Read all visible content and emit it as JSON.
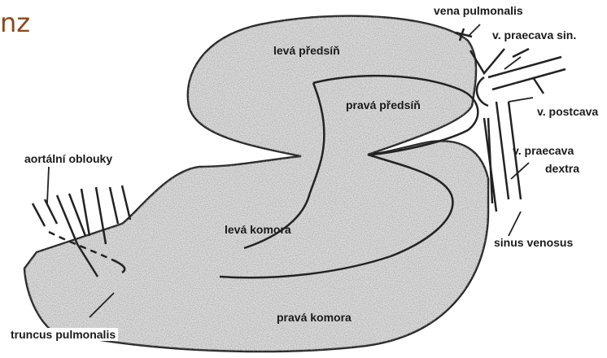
{
  "slide_fragment": "nz",
  "labels": {
    "vena_pulmonalis": "vena pulmonalis",
    "leva_predsin": "levá předsíň",
    "v_praecava_sin": "v. praecava sin.",
    "prava_predsin": "pravá předsíň",
    "v_postcava": "v. postcava",
    "v_praecava_dextra_1": "v. praecava",
    "v_praecava_dextra_2": "dextra",
    "aortalni_oblouky": "aortální oblouky",
    "leva_komora": "levá komora",
    "sinus_venosus": "sinus venosus",
    "prava_komora": "pravá komora",
    "truncus_pulmonalis": "truncus pulmonalis"
  },
  "colors": {
    "stipple": "#d6d6d6",
    "outline": "#222222",
    "corner_text": "#8a4a1c"
  }
}
